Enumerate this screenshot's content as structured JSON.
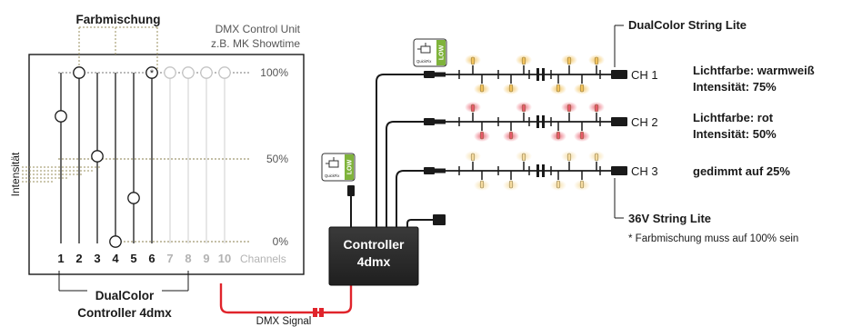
{
  "diagram": {
    "farbmischung_label": "Farbmischung",
    "dmx_unit_line1": "DMX Control Unit",
    "dmx_unit_line2": "z.B. MK Showtime",
    "intensity_axis_label": "Intensität",
    "levels": [
      "100%",
      "50%",
      "0%"
    ],
    "channel_numbers": [
      "1",
      "2",
      "3",
      "4",
      "5",
      "6",
      "7",
      "8",
      "9",
      "10"
    ],
    "channels_word": "Channels",
    "active_channel_count": 6,
    "controller_caption_line1": "DualColor",
    "controller_caption_line2": "Controller 4dmx",
    "controller_box_line1": "Controller",
    "controller_box_line2": "4dmx",
    "dmx_signal_label": "DMX Signal",
    "string_title": "DualColor String Lite",
    "strings": [
      {
        "channel": "CH 1",
        "info_line1": "Lichtfarbe: warmweiß",
        "info_line2": "Intensität: 75%",
        "bulb_color": "#f3c35d"
      },
      {
        "channel": "CH 2",
        "info_line1": "Lichtfarbe: rot",
        "info_line2": "Intensität: 50%",
        "bulb_color": "#e85a6a"
      },
      {
        "channel": "CH 3",
        "info_line1": "gedimmt auf 25%",
        "info_line2": "",
        "bulb_color": "#f6dca0"
      }
    ],
    "string_36v_title": "36V String Lite",
    "note": "* Farbmischung muss auf 100% sein",
    "quickfix_label": "QuickFix",
    "low_label": "LOW",
    "colors": {
      "dmx_cable": "#e0242b",
      "controller_top": "#3a3a3a",
      "controller_bottom": "#1f1f1f",
      "low_green": "#7fb33b"
    }
  }
}
